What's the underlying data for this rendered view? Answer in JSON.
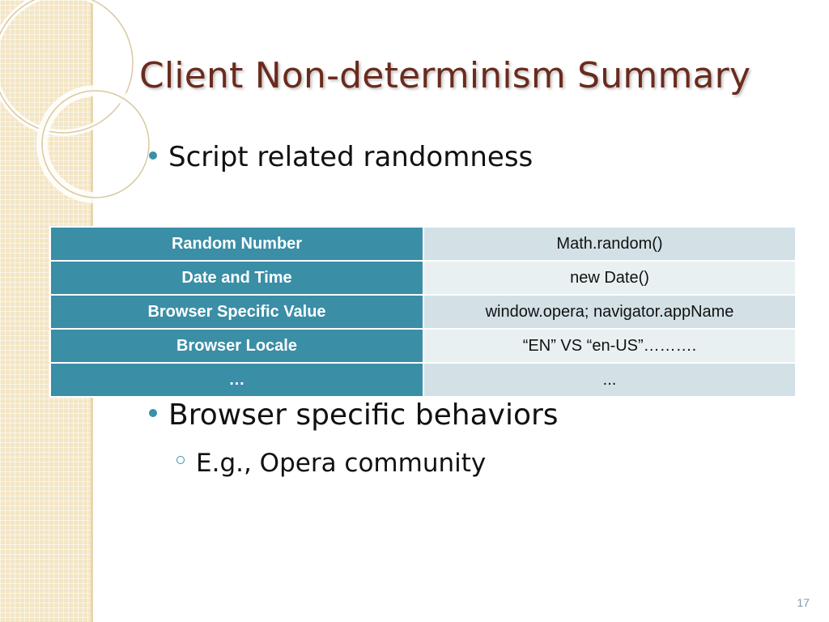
{
  "slide": {
    "title": "Client Non-determinism Summary",
    "bullets": [
      {
        "text": "Script related randomness"
      },
      {
        "text": "Browser specific behaviors",
        "sub": [
          {
            "text": "E.g., Opera community"
          }
        ]
      }
    ],
    "table": {
      "rows": [
        {
          "key": "Random Number",
          "value": "Math.random()"
        },
        {
          "key": "Date and Time",
          "value": "new Date()"
        },
        {
          "key": "Browser Specific Value",
          "value": "window.opera;  navigator.appName"
        },
        {
          "key": "Browser Locale",
          "value": "“EN” VS “en-US”………."
        },
        {
          "key": "…",
          "value": "..."
        }
      ]
    },
    "page_number": "17",
    "colors": {
      "title": "#6a2b1d",
      "accent": "#3a8ea6",
      "row_light": "#e9f0f2",
      "row_mid": "#d3e1e6",
      "band": "#f3e6c5"
    }
  }
}
